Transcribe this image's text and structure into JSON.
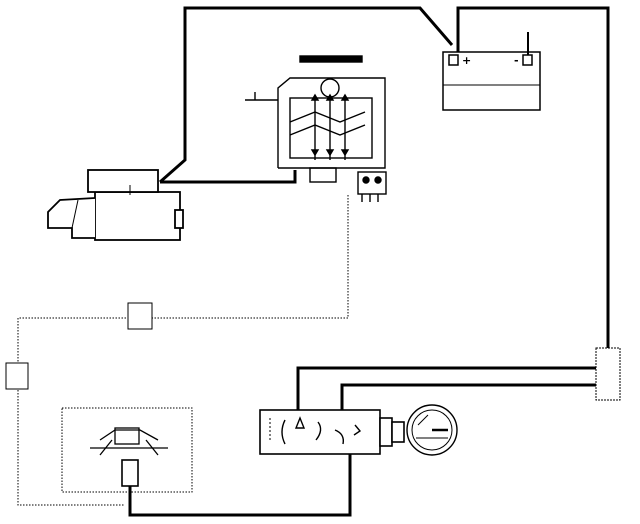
{
  "diagram": {
    "battery": {
      "positive_label": "+",
      "negative_label": "-"
    },
    "colors": {
      "line": "#000000",
      "background": "#ffffff"
    },
    "components": [
      "starter-motor",
      "solenoid-relay",
      "battery",
      "connector-block",
      "neutral-safety-switch",
      "ignition-switch",
      "gauge"
    ]
  }
}
